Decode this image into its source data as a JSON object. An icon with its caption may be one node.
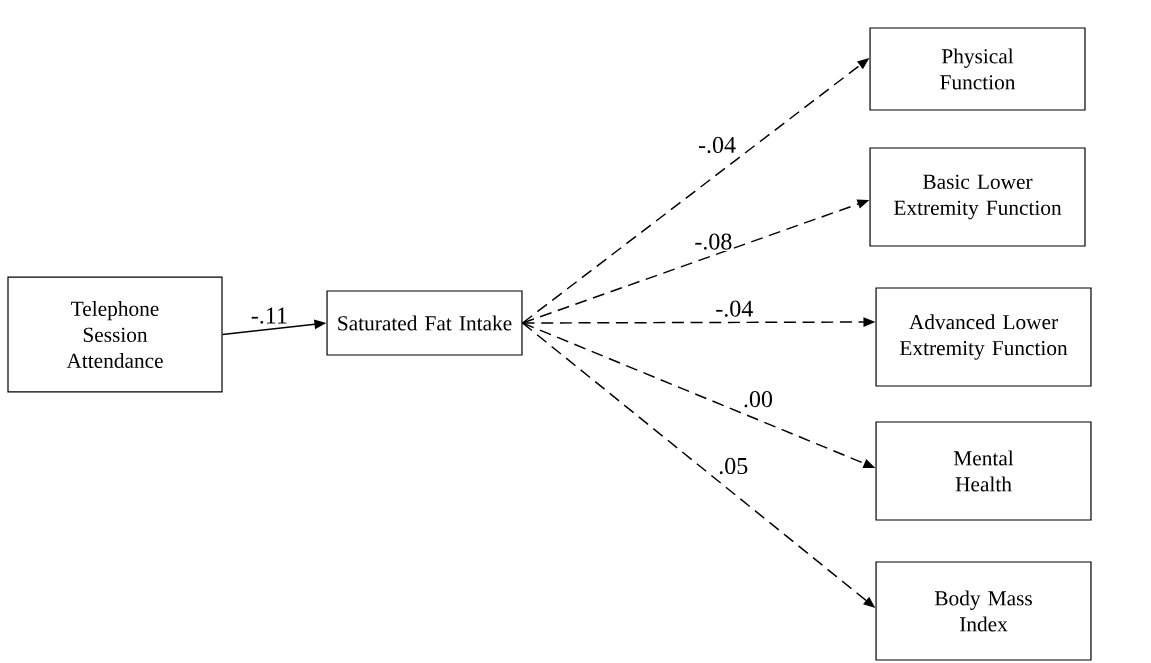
{
  "diagram": {
    "nodes": [
      {
        "text": [
          "Telephone Session Attendance"
        ]
      },
      {
        "text": [
          "Saturated Fat Intake"
        ]
      },
      {
        "text": [
          "Physical Function"
        ]
      },
      {
        "text": [
          "Basic Lower Extremity Function"
        ]
      },
      {
        "text": [
          "Advanced Lower Extremity Function"
        ]
      },
      {
        "text": [
          "Mental Health"
        ]
      },
      {
        "text": [
          "Body Mass Index"
        ]
      }
    ],
    "edges": [
      {
        "from": 0,
        "to": 1,
        "arrow": "to",
        "label": "-.11"
      },
      {
        "from": 1,
        "to": 2,
        "arrow": "to",
        "label": "-.04",
        "style": "dashed"
      },
      {
        "from": 1,
        "to": 3,
        "arrow": "to",
        "label": "-.08",
        "style": "dashed"
      },
      {
        "from": 1,
        "to": 4,
        "arrow": "to",
        "label": "-.04",
        "style": "dashed"
      },
      {
        "from": 1,
        "to": 5,
        "arrow": "to",
        "label": ".00",
        "style": "dashed"
      },
      {
        "from": 1,
        "to": 6,
        "arrow": "to",
        "label": ".05",
        "style": "dashed"
      }
    ]
  }
}
